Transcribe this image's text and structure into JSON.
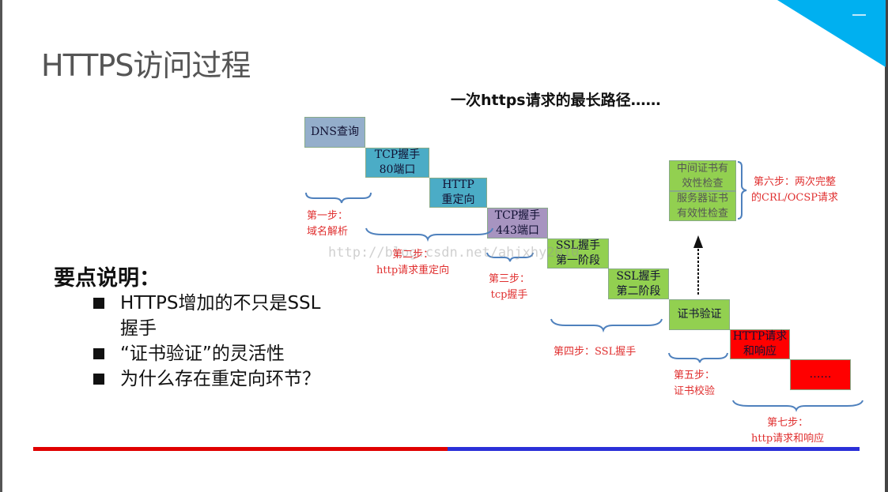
{
  "title": "HTTPS访问过程",
  "subtitle": "一次https请求的最长路径……",
  "watermark": "http://blog.csdn.net/ahjxhy2010",
  "key_points": {
    "heading": "要点说明：",
    "items": [
      "HTTPS增加的不只是SSL握手",
      "“证书验证”的灵活性",
      "为什么存在重定向环节？"
    ]
  },
  "boxes": [
    "DNS查询",
    "TCP握手\n80端口",
    "HTTP\n重定向",
    "TCP握手\n443端口",
    "SSL握手\n第一阶段",
    "SSL握手\n第二阶段",
    "证书验证",
    "HTTP请求\n和响应",
    "……",
    "中间证书有\n效性检查",
    "服务器证书\n有效性检查"
  ],
  "steps": [
    "第一步：\n域名解析",
    "第二步：\nhttp请求重定向",
    "第三步：\ntcp握手",
    "第四步：SSL握手",
    "第五步：\n证书校验",
    "第六步：两次完整\n的CRL/OCSP请求",
    "第七步：\nhttp请求和响应"
  ],
  "colors": {
    "dns": "#94aecb",
    "tcp80": "#4bacc6",
    "tcp443": "#a794c0",
    "ssl": "#92d050",
    "http": "#ff0000",
    "accent": "#00b0f0"
  }
}
